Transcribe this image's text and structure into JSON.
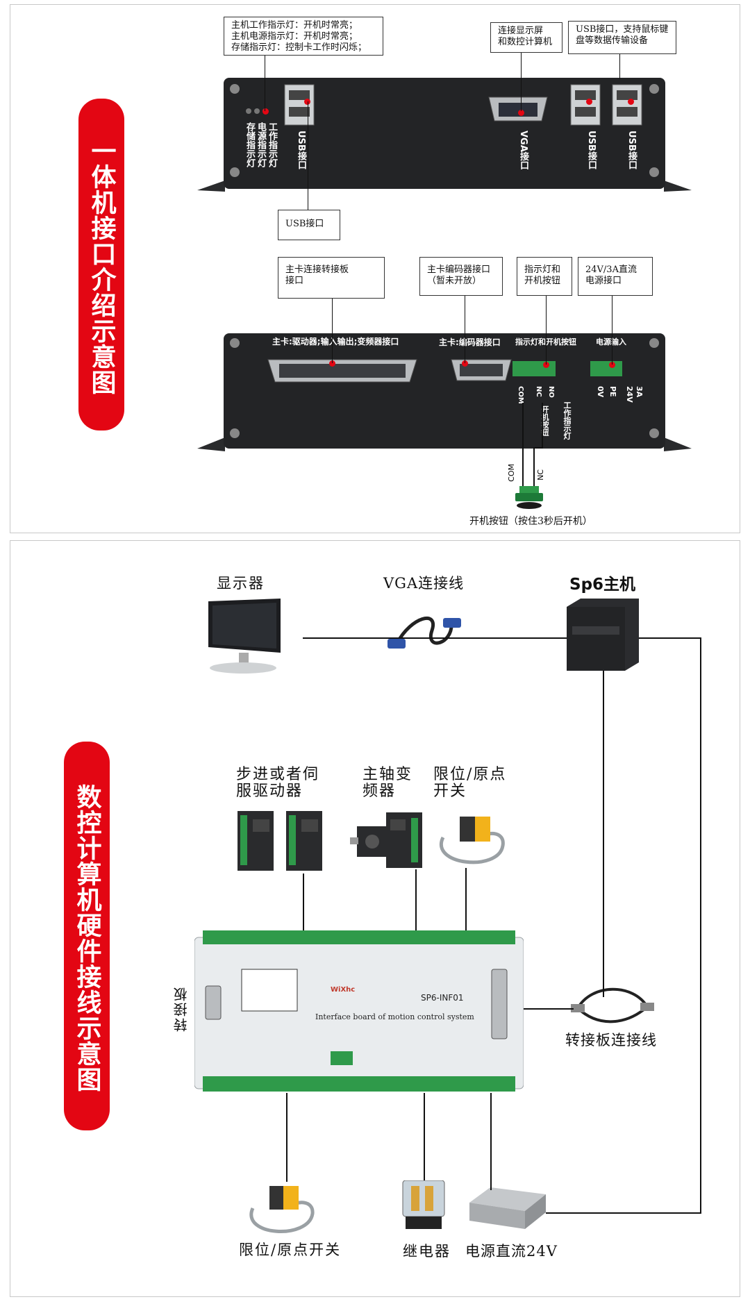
{
  "colors": {
    "accent_red": "#e30613",
    "device_dark": "#232426",
    "board_light": "#e9ecee",
    "terminal_green": "#2f9a4a"
  },
  "panel_top": {
    "side_label": "一体机接口介绍示意图",
    "callouts": {
      "indicators": "主机工作指示灯：开机时常亮；\n主机电源指示灯：开机时常亮；\n存储指示灯：控制卡工作时闪烁；",
      "vga": "连接显示屏\n和数控计算机",
      "usb_right": "USB接口，支持鼠标键\n盘等数据传输设备",
      "usb_bottom": "USB接口",
      "driver_board": "主卡连接转接板\n接口",
      "encoder": "主卡编码器接口\n（暂未开放）",
      "power_btn": "指示灯和\n开机按钮",
      "dc_input": "24V/3A直流\n电源接口"
    },
    "front_labels": {
      "work_led": "工作指示灯",
      "power_led": "电源指示灯",
      "storage_led": "存储指示灯",
      "usb1": "USB接口",
      "vga": "VGA接口",
      "usb2": "USB接口",
      "usb3": "USB接口"
    },
    "back_labels": {
      "db_main": "主卡:驱动器;输入输出;变频器接口",
      "db_encoder": "主卡:编码器接口",
      "btn_header": "指示灯和开机按钮",
      "power_header": "电源输入",
      "t_com": "COM",
      "t_nc": "NC",
      "t_no": "NO",
      "btn_vert": "开机按钮",
      "led_vert": "工作指示灯",
      "p_0v": "0V",
      "p_pe": "PE",
      "p_24v": "24V",
      "p_3a": "3A",
      "wire_com": "COM",
      "wire_nc": "NC"
    },
    "button_caption": "开机按钮（按住3秒后开机）"
  },
  "panel_bottom": {
    "side_label": "数控计算机硬件接线示意图",
    "labels": {
      "monitor": "显示器",
      "vga_cable": "VGA连接线",
      "host": "Sp6主机",
      "drivers": "步进或者伺\n服驱动器",
      "spindle": "主轴变\n频器",
      "limit_top": "限位/原点\n开关",
      "board": "转接板",
      "board_cable": "转接板连接线",
      "limit_bottom": "限位/原点开关",
      "relay": "继电器",
      "psu": "电源直流24V"
    },
    "board_text": {
      "brand": "WiXhc",
      "model": "SP6-INF01",
      "desc": "Interface board of motion control system"
    }
  }
}
